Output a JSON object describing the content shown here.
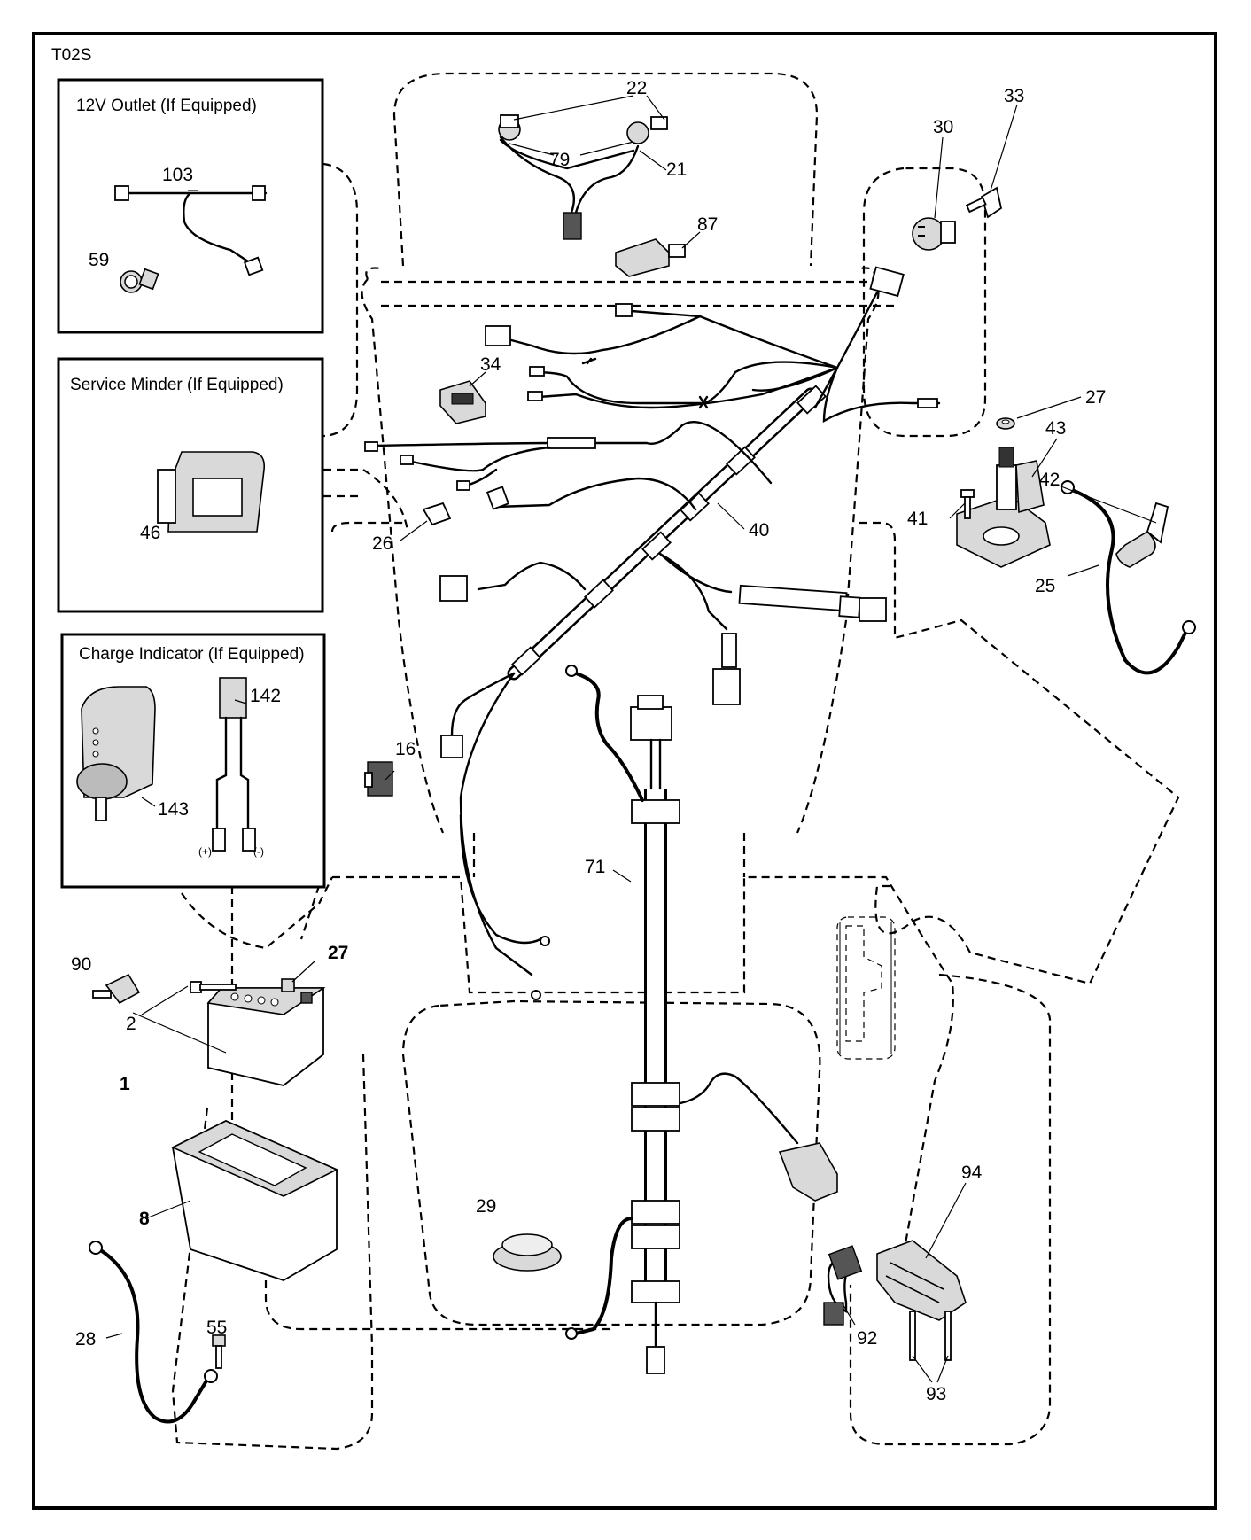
{
  "figure_code": "T02S",
  "insets": {
    "outlet": {
      "title": "12V Outlet (If Equipped)"
    },
    "service": {
      "title": "Service Minder (If Equipped)"
    },
    "charge": {
      "title": "Charge Indicator (If Equipped)"
    }
  },
  "charge_terminals": {
    "plus": "(+)",
    "minus": "(-)"
  },
  "callouts": {
    "p1": "1",
    "p2": "2",
    "p8": "8",
    "p16": "16",
    "p21": "21",
    "p22": "22",
    "p25": "25",
    "p26": "26",
    "p27a": "27",
    "p27b": "27",
    "p28": "28",
    "p29": "29",
    "p30": "30",
    "p33": "33",
    "p34": "34",
    "p40": "40",
    "p41": "41",
    "p42": "42",
    "p43": "43",
    "p46": "46",
    "p55": "55",
    "p59": "59",
    "p71": "71",
    "p79": "79",
    "p87": "87",
    "p90": "90",
    "p92": "92",
    "p93": "93",
    "p94": "94",
    "p103": "103",
    "p142": "142",
    "p143": "143"
  }
}
